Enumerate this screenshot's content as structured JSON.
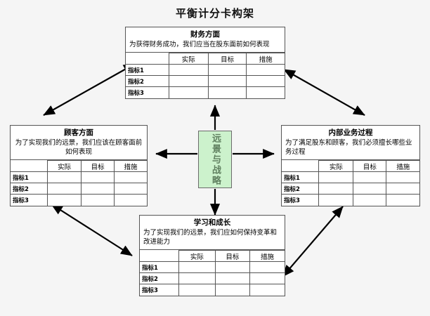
{
  "title": "平衡计分卡构架",
  "center": {
    "label": "远景与战略",
    "fill": "#ccf2cc",
    "text_color": "#5f7f5f"
  },
  "table": {
    "columns": [
      "",
      "实际",
      "目标",
      "措施"
    ],
    "rows": [
      "指标1",
      "指标2",
      "指标3"
    ]
  },
  "perspectives": {
    "financial": {
      "title": "财务方面",
      "desc": "为获得财务成功，我们应当在股东面前如何表现"
    },
    "customer": {
      "title": "顾客方面",
      "desc": "为了实现我们的远景，我们应该在顾客面前如何表现"
    },
    "internal": {
      "title": "内部业务过程",
      "desc": "为了满足股东和顾客，我们必须擅长哪些业务过程"
    },
    "learning": {
      "title": "学习和成长",
      "desc": "为了实现我们的远景，我们应如何保持变革和改进能力"
    }
  },
  "arrows": {
    "center_up": "arrow-up-icon",
    "center_down": "arrow-down-icon",
    "center_left": "arrow-left-icon",
    "center_right": "arrow-right-icon",
    "fin_cust": "double-arrow-icon",
    "fin_int": "double-arrow-icon",
    "cust_learn": "double-arrow-icon",
    "learn_int": "double-arrow-icon"
  }
}
